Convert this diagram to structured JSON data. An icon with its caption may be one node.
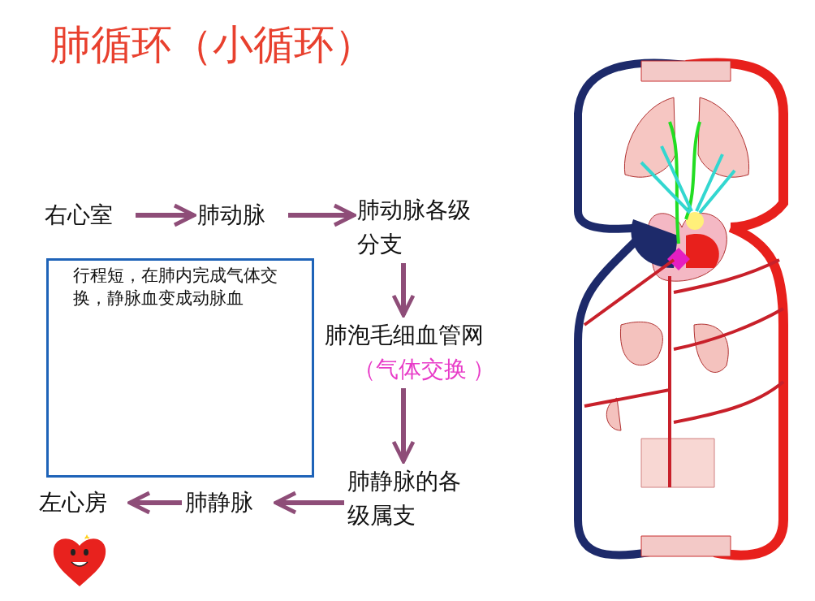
{
  "diagram": {
    "title": "肺循环（小循环）",
    "nodes": [
      {
        "text": [
          "右心室"
        ]
      },
      {
        "text": [
          "肺动脉"
        ]
      },
      {
        "text": [
          "肺动脉各级分支"
        ]
      },
      {
        "text": [
          "肺泡毛细血管网",
          "（气体交换 ）"
        ]
      },
      {
        "text": [
          "肺静脉的各级属支"
        ]
      },
      {
        "text": [
          "肺静脉"
        ]
      },
      {
        "text": [
          "左心房"
        ]
      },
      {
        "text": [
          "行程短，在肺内完成气体交换，静脉血变成动脉血"
        ]
      }
    ],
    "edges": [
      {
        "from": 0,
        "to": 1,
        "arrow": "to"
      },
      {
        "from": 1,
        "to": 2,
        "arrow": "to"
      },
      {
        "from": 2,
        "to": 3,
        "arrow": "to"
      },
      {
        "from": 3,
        "to": 4,
        "arrow": "to"
      },
      {
        "from": 4,
        "to": 5,
        "arrow": "to"
      },
      {
        "from": 5,
        "to": 6,
        "arrow": "to"
      }
    ]
  }
}
